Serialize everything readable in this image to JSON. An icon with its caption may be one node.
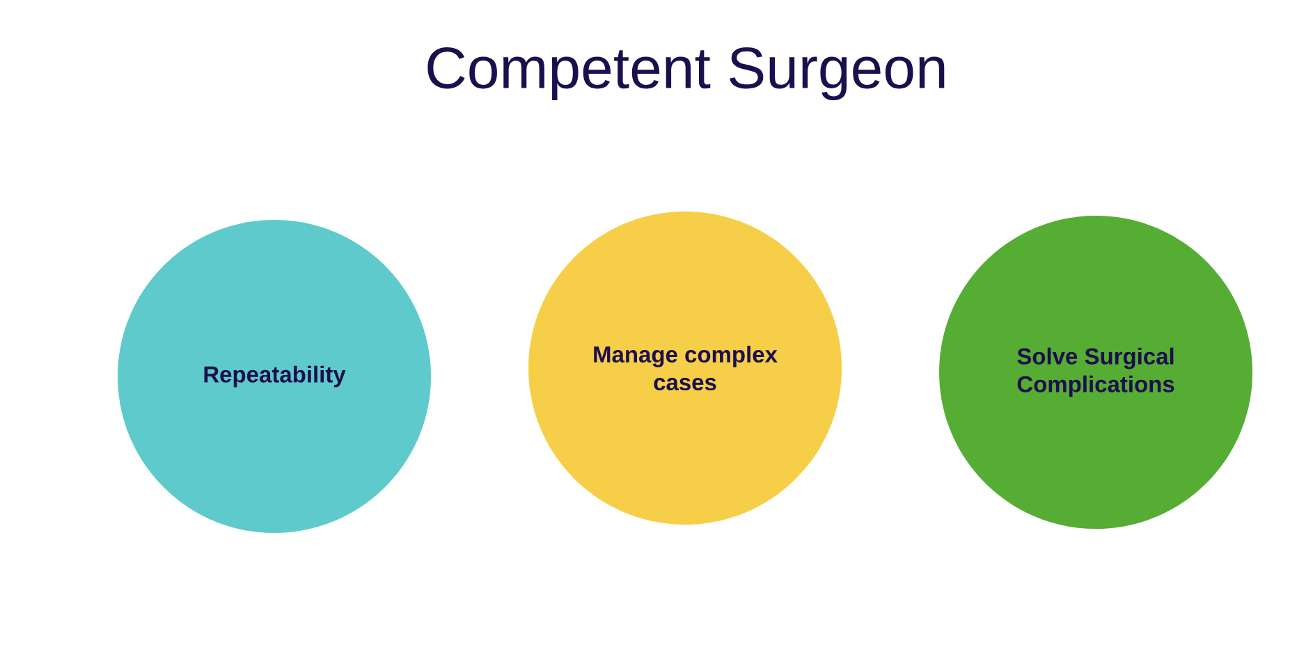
{
  "diagram": {
    "title": "Competent Surgeon",
    "nodes": [
      {
        "text": [
          "Repeatability"
        ]
      },
      {
        "text": [
          "Manage complex cases"
        ]
      },
      {
        "text": [
          "Solve Surgical Complications"
        ]
      }
    ]
  }
}
